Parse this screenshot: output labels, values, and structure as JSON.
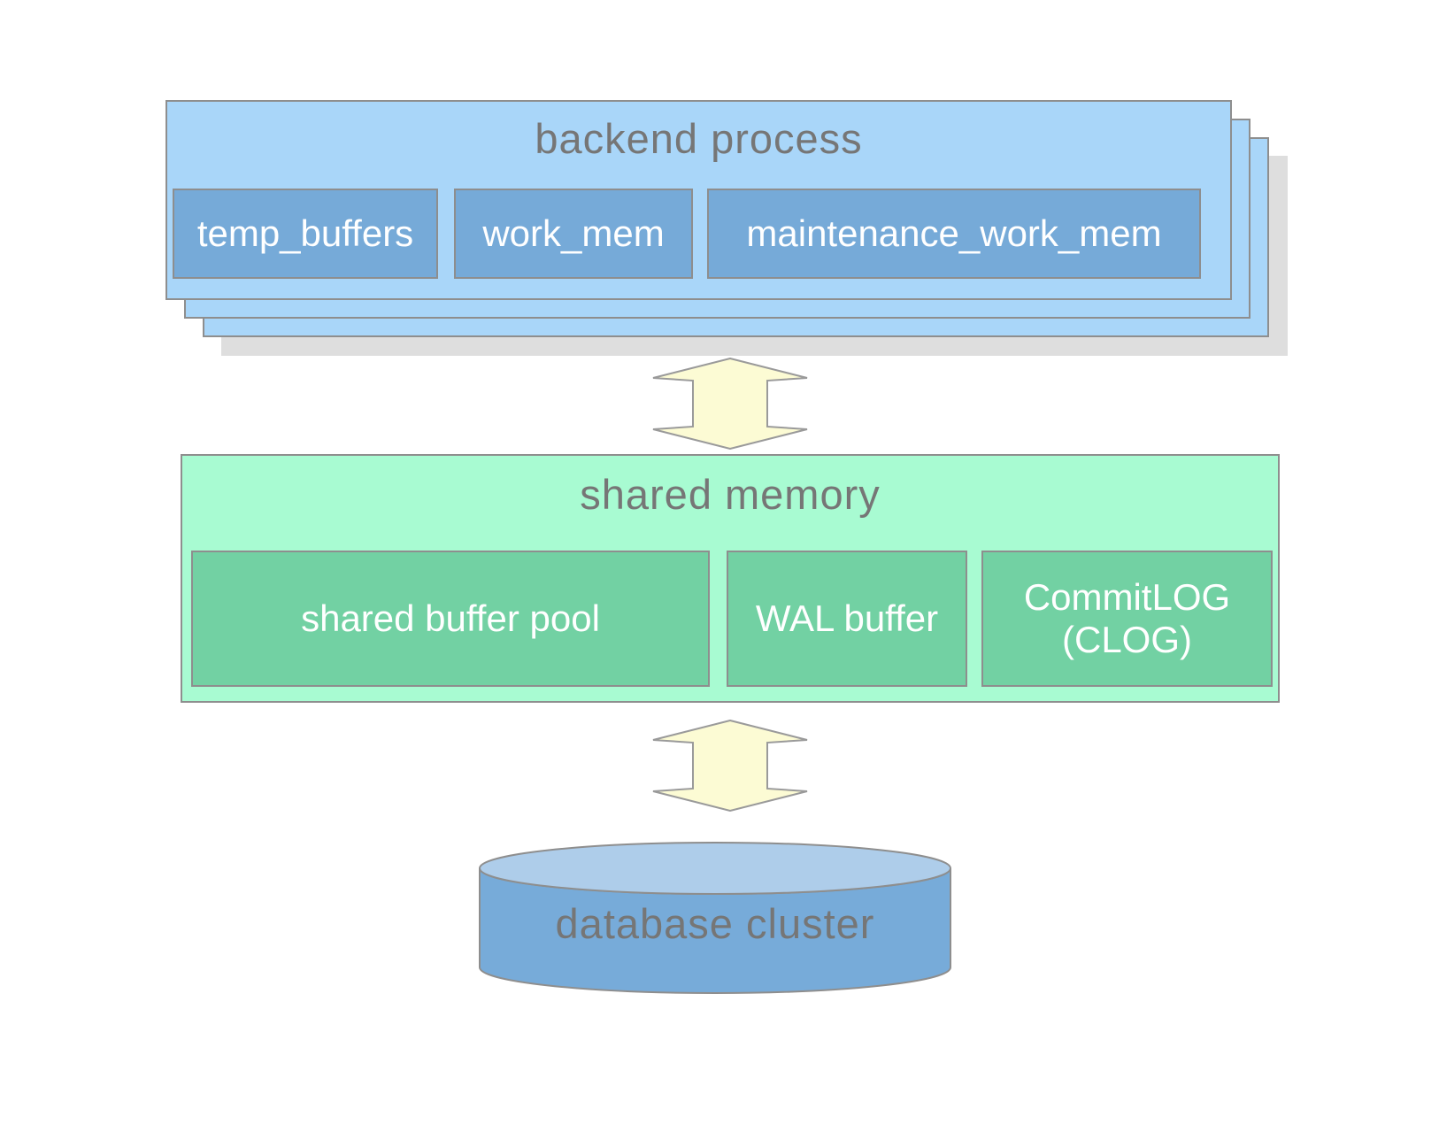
{
  "colors": {
    "background": "#ffffff",
    "backend_fill": "#a9d6f9",
    "backend_item_fill": "#76aad8",
    "shared_fill": "#a8fbd2",
    "shared_item_fill": "#72d1a3",
    "arrow_fill": "#fcfbd4",
    "arrow_stroke": "#9a9a9a",
    "cylinder_body_fill": "#77abd9",
    "cylinder_top_fill": "#aecdea",
    "border": "#8e8e8e",
    "title_text": "#767676",
    "item_text": "#ffffff",
    "shadow": "#dedede"
  },
  "backend_process": {
    "title": "backend process",
    "stacked_copies": 3,
    "items": [
      {
        "label": "temp_buffers"
      },
      {
        "label": "work_mem"
      },
      {
        "label": "maintenance_work_mem"
      }
    ]
  },
  "shared_memory": {
    "title": "shared memory",
    "items": [
      {
        "label": "shared buffer pool"
      },
      {
        "label": "WAL buffer"
      },
      {
        "label": "CommitLOG (CLOG)"
      }
    ]
  },
  "database_cluster": {
    "label": "database cluster"
  },
  "arrows": [
    {
      "name": "backend-shared",
      "direction": "bidirectional"
    },
    {
      "name": "shared-database",
      "direction": "bidirectional"
    }
  ]
}
